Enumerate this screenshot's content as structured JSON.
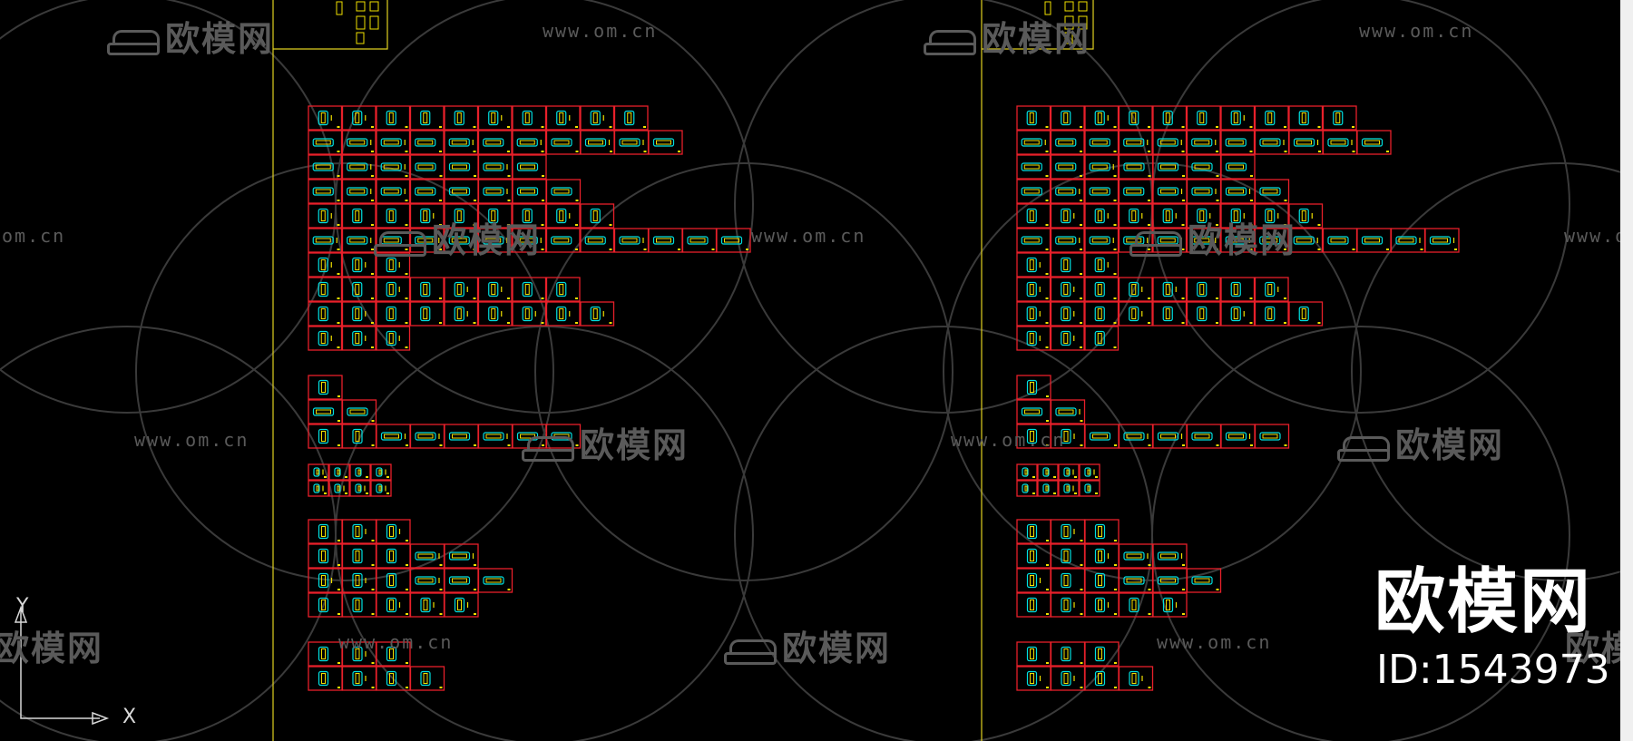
{
  "watermark": {
    "url": "www.om.cn",
    "url_partial": "om.cn",
    "url_right_partial": "www.o",
    "logo": "欧模网",
    "logo_partial": "欧模网"
  },
  "brand": {
    "name": "欧模网",
    "id": "ID:1543973"
  },
  "ucs": {
    "x_label": "X",
    "y_label": "Y"
  },
  "colors": {
    "background": "#000000",
    "block_frame": "#e8202a",
    "block_inner": "#00e0e0",
    "block_detail": "#f0e000",
    "block_green": "#30d040",
    "sheet_border": "#e0d020",
    "watermark": "#5a5a5a"
  }
}
